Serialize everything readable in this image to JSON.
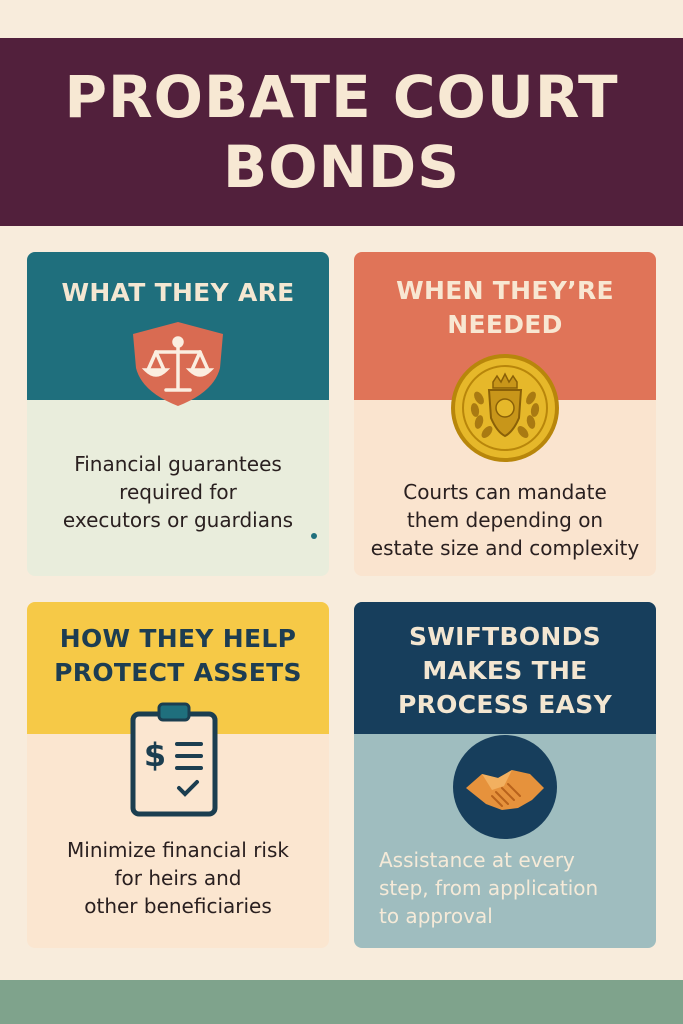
{
  "title": {
    "line1": "PROBATE COURT",
    "line2": "BONDS"
  },
  "cards": [
    {
      "heading_lines": [
        "WHAT THEY ARE"
      ],
      "icon": "scales-shield-icon",
      "desc_lines": [
        "Financial guarantees",
        "required for",
        "executors or guardians"
      ]
    },
    {
      "heading_lines": [
        "WHEN THEY’RE",
        "NEEDED"
      ],
      "icon": "court-seal-icon",
      "desc_lines": [
        "Courts can mandate",
        "them depending on",
        "estate size and complexity"
      ]
    },
    {
      "heading_lines": [
        "HOW THEY HELP",
        "PROTECT ASSETS"
      ],
      "icon": "clipboard-dollar-icon",
      "desc_lines": [
        "Minimize financial risk",
        "for heirs and",
        "other beneficiaries"
      ]
    },
    {
      "heading_lines": [
        "SWIFTBONDS",
        "MAKES THE",
        "PROCESS EASY"
      ],
      "icon": "handshake-icon",
      "desc_lines": [
        "Assistance at every",
        "step, from application",
        "to approval"
      ]
    }
  ],
  "colors": {
    "background": "#f8ecdc",
    "title_band": "#52203c",
    "card1_head": "#1f6f7d",
    "card2_head": "#e07458",
    "card3_head": "#f6c947",
    "card4_head": "#173e5c",
    "bottom_band": "#7fa38c"
  }
}
